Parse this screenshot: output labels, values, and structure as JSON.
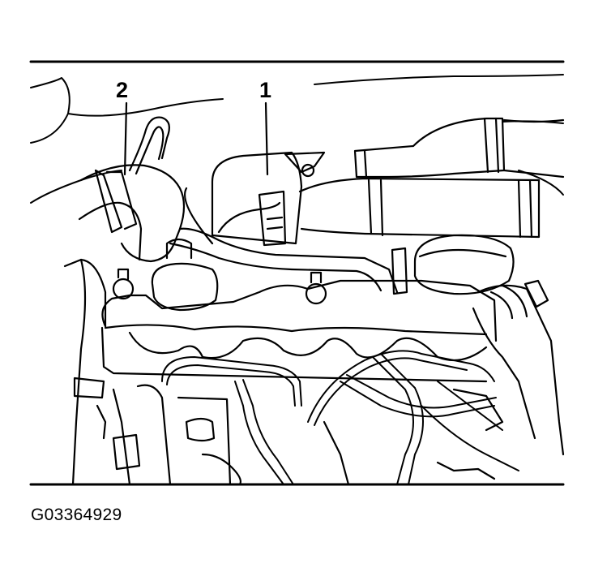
{
  "diagram": {
    "callouts": [
      {
        "id": "1",
        "label": "1"
      },
      {
        "id": "2",
        "label": "2"
      }
    ],
    "figure_id": "G03364929"
  }
}
